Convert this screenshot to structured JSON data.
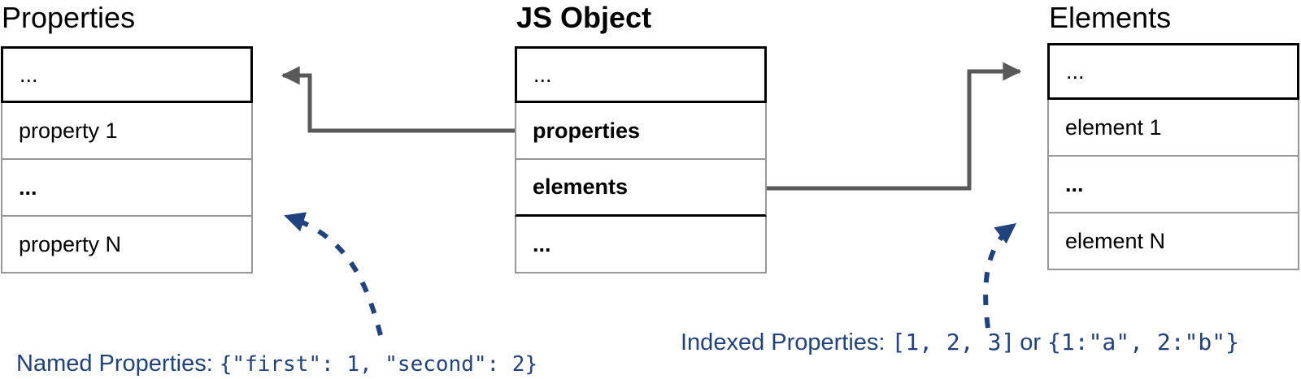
{
  "titles": {
    "left": "Properties",
    "center": "JS Object",
    "right": "Elements"
  },
  "tables": {
    "properties": {
      "rows": [
        "...",
        "property 1",
        "...",
        "property N"
      ]
    },
    "js_object": {
      "rows": [
        "...",
        "properties",
        "elements",
        "..."
      ]
    },
    "elements": {
      "rows": [
        "...",
        "element 1",
        "...",
        "element N"
      ]
    }
  },
  "annotations": {
    "named": {
      "label": "Named Properties:",
      "code": "{\"first\": 1, \"second\": 2}"
    },
    "indexed": {
      "label": "Indexed Properties:",
      "code_array": "[1, 2, 3]",
      "connector": "or",
      "code_object": "{1:\"a\", 2:\"b\"}"
    }
  },
  "colors": {
    "annotation_blue": "#20427F",
    "arrow_gray": "#595959",
    "border_gray": "#989898",
    "border_black": "#000000"
  }
}
